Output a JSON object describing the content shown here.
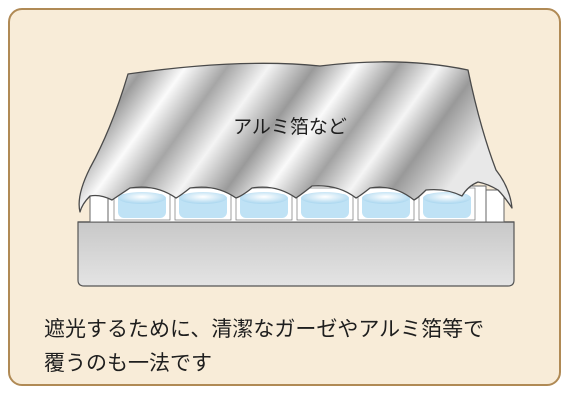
{
  "illustration": {
    "foil_label": "アルミ箔など",
    "colors": {
      "panel_bg": "#f8ecd8",
      "panel_border": "#b08a55",
      "tray": "#d9d9d9",
      "foil_light": "#f4f4f4",
      "foil_dark": "#a8a8a8",
      "well_liquid": "#bfe2f5"
    },
    "wells_visible": 6
  },
  "caption": {
    "line1": "遮光するために、清潔なガーゼやアルミ箔等で",
    "line2": "覆うのも一法です"
  }
}
